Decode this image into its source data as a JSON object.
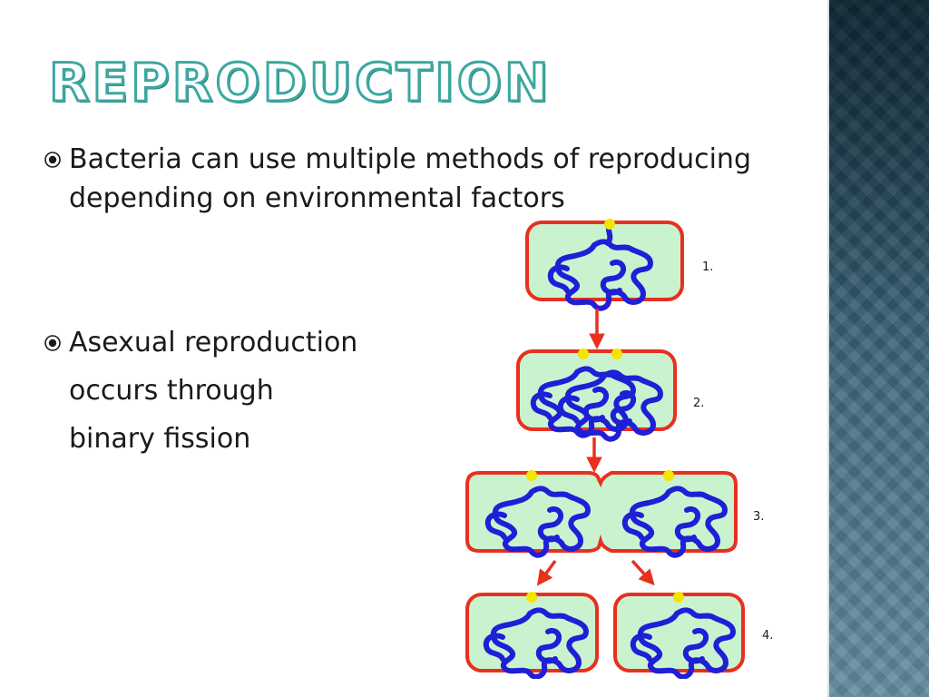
{
  "slide": {
    "title": "Reproduction",
    "bullets": [
      {
        "text": "Bacteria can use multiple methods of reproducing depending on environmental factors"
      },
      {
        "text": "Asexual reproduction",
        "continuation": [
          "occurs through",
          "binary fission"
        ]
      }
    ]
  },
  "diagram": {
    "step_labels": [
      "1.",
      "2.",
      "3.",
      "4."
    ],
    "colors": {
      "cell_fill": "#c9f3cf",
      "cell_wall": "#e8301f",
      "dna": "#1f1fd6",
      "attachment_point": "#f2e600",
      "arrow": "#e8301f"
    }
  },
  "theme": {
    "title_color": "#3aa8a0",
    "side_panel_color": "#2e5266",
    "bullet_color": "#1a1a1a"
  }
}
